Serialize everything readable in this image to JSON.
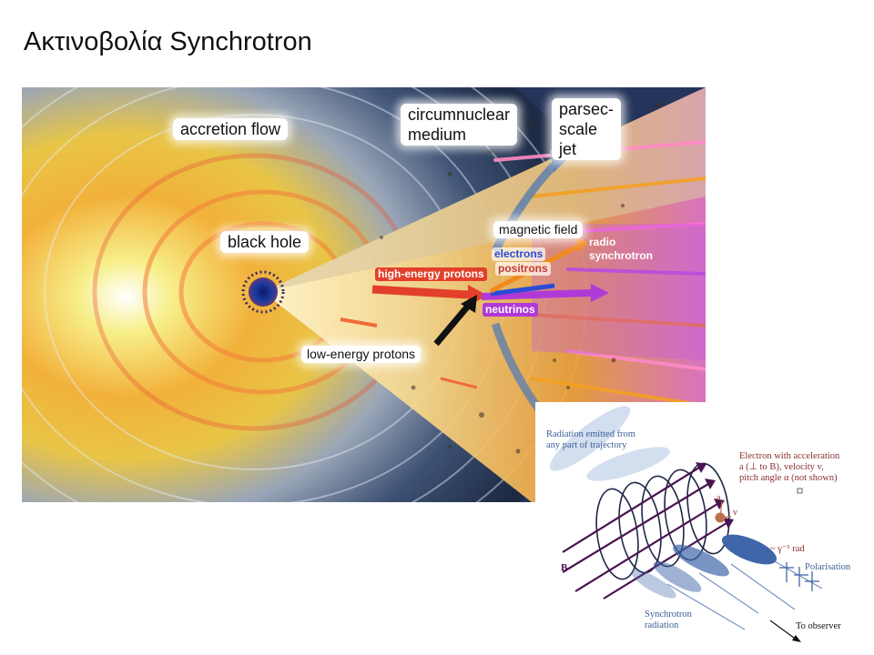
{
  "slide": {
    "title": "Ακτινοβολία Synchrotron"
  },
  "illustration": {
    "labels": {
      "accretion_flow": "accretion flow",
      "circumnuclear_medium": "circumnuclear\nmedium",
      "parsec_scale_jet": "parsec-\nscale\njet",
      "black_hole": "black hole",
      "magnetic_field": "magnetic field",
      "electrons": "electrons",
      "positrons": "positrons",
      "radio_synchrotron": "radio\nsynchrotron",
      "high_energy_protons": "high-energy protons",
      "neutrinos": "neutrinos",
      "low_energy_protons": "low-energy protons"
    },
    "colors": {
      "high_energy_protons": "#e2402a",
      "neutrinos": "#b03ad8",
      "electrons": "#2a4bd8",
      "radio": "#f08a1e",
      "low_energy_protons": "#111111"
    }
  },
  "diagram": {
    "radiation_emitted": "Radiation emitted from\nany part of trajectory",
    "electron_desc": "Electron with acceleration\na (⊥ to B), velocity v,\npitch angle α (not shown)",
    "label_a": "a",
    "label_v": "v",
    "label_B": "B",
    "gamma_rad": "~ γ⁻¹ rad",
    "polarisation": "Polarisation",
    "synchrotron_radiation": "Synchrotron\nradiation",
    "to_observer": "To observer",
    "colors": {
      "field": "#4a1450",
      "beam": "#3f66a8",
      "electron_text": "#8a2f2f",
      "blue_text": "#3a5f95"
    }
  }
}
